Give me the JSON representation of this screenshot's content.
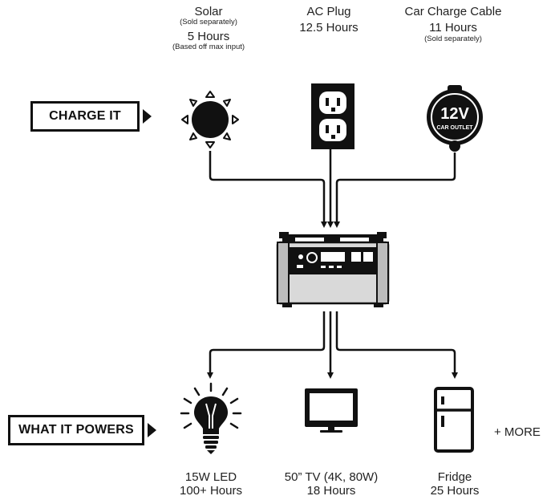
{
  "sources": {
    "solar": {
      "title": "Solar",
      "note1": "(Sold separately)",
      "duration": "5 Hours",
      "note2": "(Based off max input)"
    },
    "ac": {
      "title": "AC Plug",
      "duration": "12.5 Hours"
    },
    "car": {
      "title": "Car Charge Cable",
      "duration": "11 Hours",
      "note": "(Sold separately)",
      "outlet_big": "12V",
      "outlet_small": "CAR OUTLET"
    }
  },
  "callouts": {
    "charge": "CHARGE IT",
    "powers": "WHAT IT POWERS"
  },
  "outputs": {
    "led": {
      "title": "15W LED",
      "duration": "100+ Hours"
    },
    "tv": {
      "title": "50” TV (4K, 80W)",
      "duration": "18 Hours"
    },
    "fridge": {
      "title": "Fridge",
      "duration": "25 Hours"
    },
    "more": "+ MORE"
  },
  "icons": [
    "sun-icon",
    "wall-outlet-icon",
    "car-outlet-icon",
    "power-station-icon",
    "light-bulb-icon",
    "tv-icon",
    "fridge-icon"
  ],
  "colors": {
    "ink": "#111111",
    "background": "#ffffff",
    "station_gray": "#d9d9d9"
  }
}
